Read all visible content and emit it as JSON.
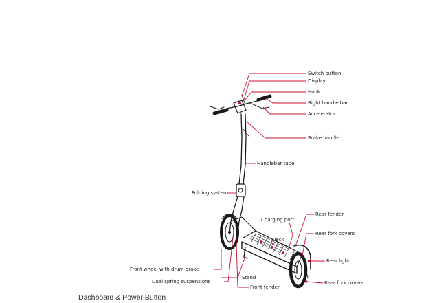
{
  "diagram": {
    "labels": [
      {
        "key": "switch_button",
        "text": "Switch button"
      },
      {
        "key": "display",
        "text": "Display"
      },
      {
        "key": "hook",
        "text": "Hook"
      },
      {
        "key": "right_handle_bar",
        "text": "Right handle bar"
      },
      {
        "key": "accelerator",
        "text": "Accelerator"
      },
      {
        "key": "brake_handle",
        "text": "Brake handle"
      },
      {
        "key": "handlebar_tube",
        "text": "Handlebar tube"
      },
      {
        "key": "folding_system",
        "text": "Folding system"
      },
      {
        "key": "rear_fender_top",
        "text": "Rear fender"
      },
      {
        "key": "charging_port",
        "text": "Charging port"
      },
      {
        "key": "rear_fork_covers_top",
        "text": "Rear fork covers"
      },
      {
        "key": "deck",
        "text": "Deck"
      },
      {
        "key": "rear_light",
        "text": "Rear light"
      },
      {
        "key": "front_wheel",
        "text": "Front wheel with drum brake"
      },
      {
        "key": "dual_spring",
        "text": "Dual spring suspensions"
      },
      {
        "key": "stand",
        "text": "Stand"
      },
      {
        "key": "rear_fork_covers_bottom",
        "text": "Rear fork covers"
      },
      {
        "key": "front_fender",
        "text": "Front fender"
      }
    ],
    "caption": "Dashboard & Power Button",
    "colors": {
      "leader": "#c8102e",
      "ink": "#1a1a1a"
    }
  }
}
